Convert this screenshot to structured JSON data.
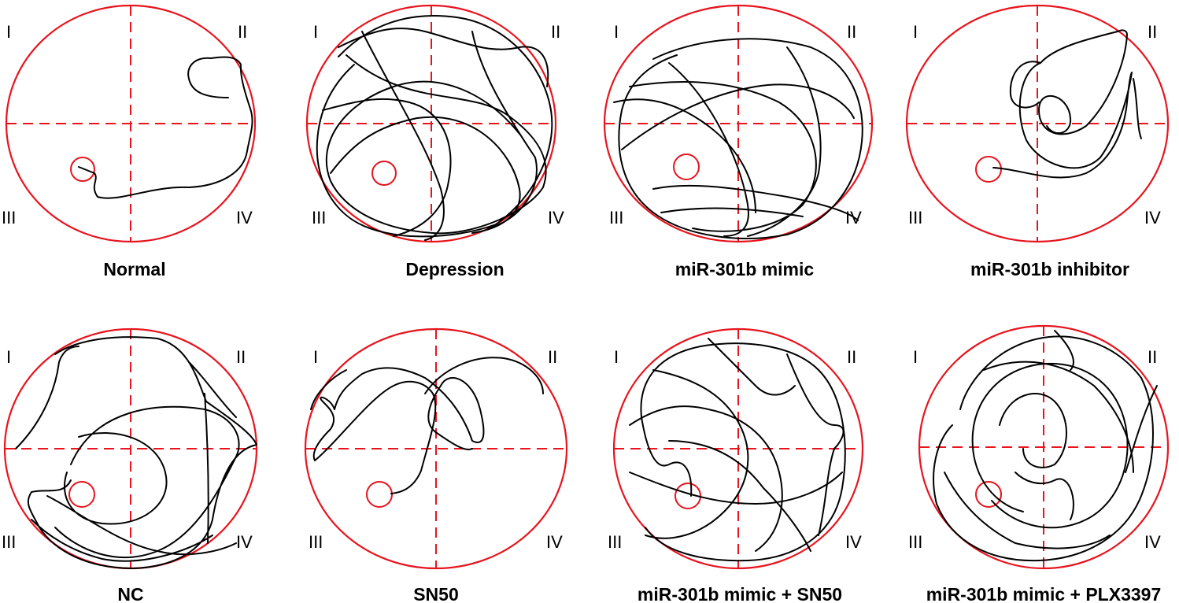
{
  "panels": [
    {
      "title": "Normal"
    },
    {
      "title": "Depression"
    },
    {
      "title": "miR-301b mimic"
    },
    {
      "title": "miR-301b inhibitor"
    },
    {
      "title": "NC"
    },
    {
      "title": "SN50"
    },
    {
      "title": "miR-301b mimic + SN50"
    },
    {
      "title": "miR-301b mimic + PLX3397"
    }
  ],
  "quadrants": {
    "q1": "I",
    "q2": "II",
    "q3": "III",
    "q4": "IV"
  },
  "colors": {
    "pool": "#e8141e",
    "track": "#000000"
  }
}
